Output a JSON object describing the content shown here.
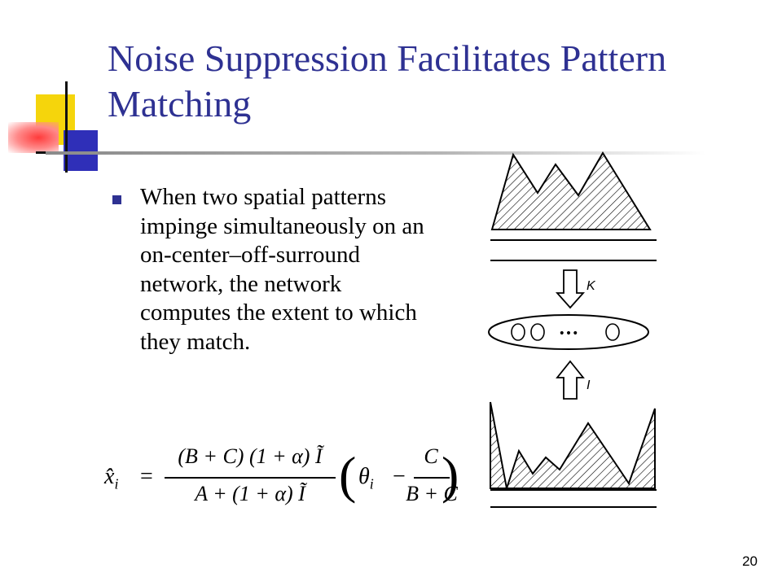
{
  "slide": {
    "title": "Noise Suppression Facilitates Pattern Matching",
    "bullet": "When two spatial patterns impinge simultaneously on an on-center–off-surround network, the network computes the extent to which they match.",
    "page_number": "20",
    "equation": {
      "lhs": "x̂",
      "lhs_sub": "i",
      "equals": "=",
      "numerator": "(B + C) (1 + α) Ĩ",
      "denominator": "A + (1 + α) Ĩ",
      "theta": "θ",
      "theta_sub": "i",
      "minus": "−",
      "inner_numerator": "C",
      "inner_denominator": "B + C"
    },
    "diagram": {
      "label_k": "K",
      "label_i": "I",
      "ellipsis": "•••"
    }
  }
}
